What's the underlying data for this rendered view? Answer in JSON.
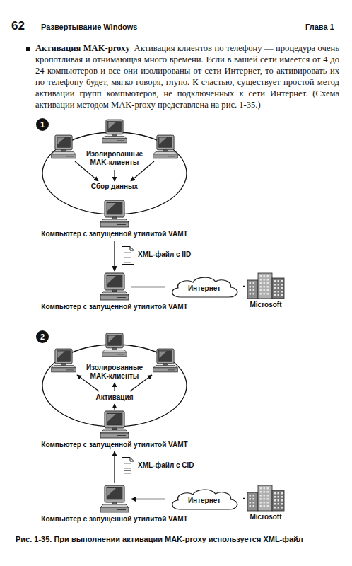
{
  "diagram": {
    "caption": "Рис. 1-35. При выполнении активации MAK-proxy используется XML-файл",
    "nodes": [
      {
        "text": [
          "Изолированные MAK-клиенты",
          "Сбор данных"
        ]
      },
      {
        "text": [
          "Компьютер с запущенной утилитой VAMT"
        ]
      },
      {
        "text": [
          "XML-файл с IID"
        ]
      },
      {
        "text": [
          "Компьютер с запущенной утилитой VAMT"
        ]
      },
      {
        "text": [
          "Интернет"
        ]
      },
      {
        "text": [
          "Microsoft"
        ]
      },
      {
        "text": [
          "Изолированные MAK-клиенты",
          "Активация"
        ]
      },
      {
        "text": [
          "Компьютер с запущенной утилитой VAMT"
        ]
      },
      {
        "text": [
          "XML-файл с CID"
        ]
      },
      {
        "text": [
          "Компьютер с запущенной утилитой VAMT"
        ]
      },
      {
        "text": [
          "Интернет"
        ]
      },
      {
        "text": [
          "Microsoft"
        ]
      }
    ],
    "edges": [
      {
        "from": 1,
        "to": 3,
        "arrow": "to"
      },
      {
        "from": 3,
        "to": 4,
        "arrow": "none"
      },
      {
        "from": 4,
        "to": 5,
        "arrow": "none"
      },
      {
        "from": 9,
        "to": 7,
        "arrow": "to"
      },
      {
        "from": 11,
        "to": 10,
        "arrow": "none"
      },
      {
        "from": 10,
        "to": 9,
        "arrow": "to"
      }
    ],
    "labels": [
      "62",
      "Развертывание Windows",
      "Глава 1",
      "Активация MAK-proxy",
      "Активация клиентов по телефону — процедура очень кропотливая и отнимающая много времени. Если в вашей сети имеется от 4 до 24 компьютеров и все они изолированы от сети Интернет, то активировать их по телефону будет, мягко говоря, глупо. К счастью, существует простой метод активации групп компьютеров, не подключенных к сети Интернет. (Схема активации методом MAK-proxy представлена на рис. 1-35.)",
      "1",
      "2"
    ]
  }
}
